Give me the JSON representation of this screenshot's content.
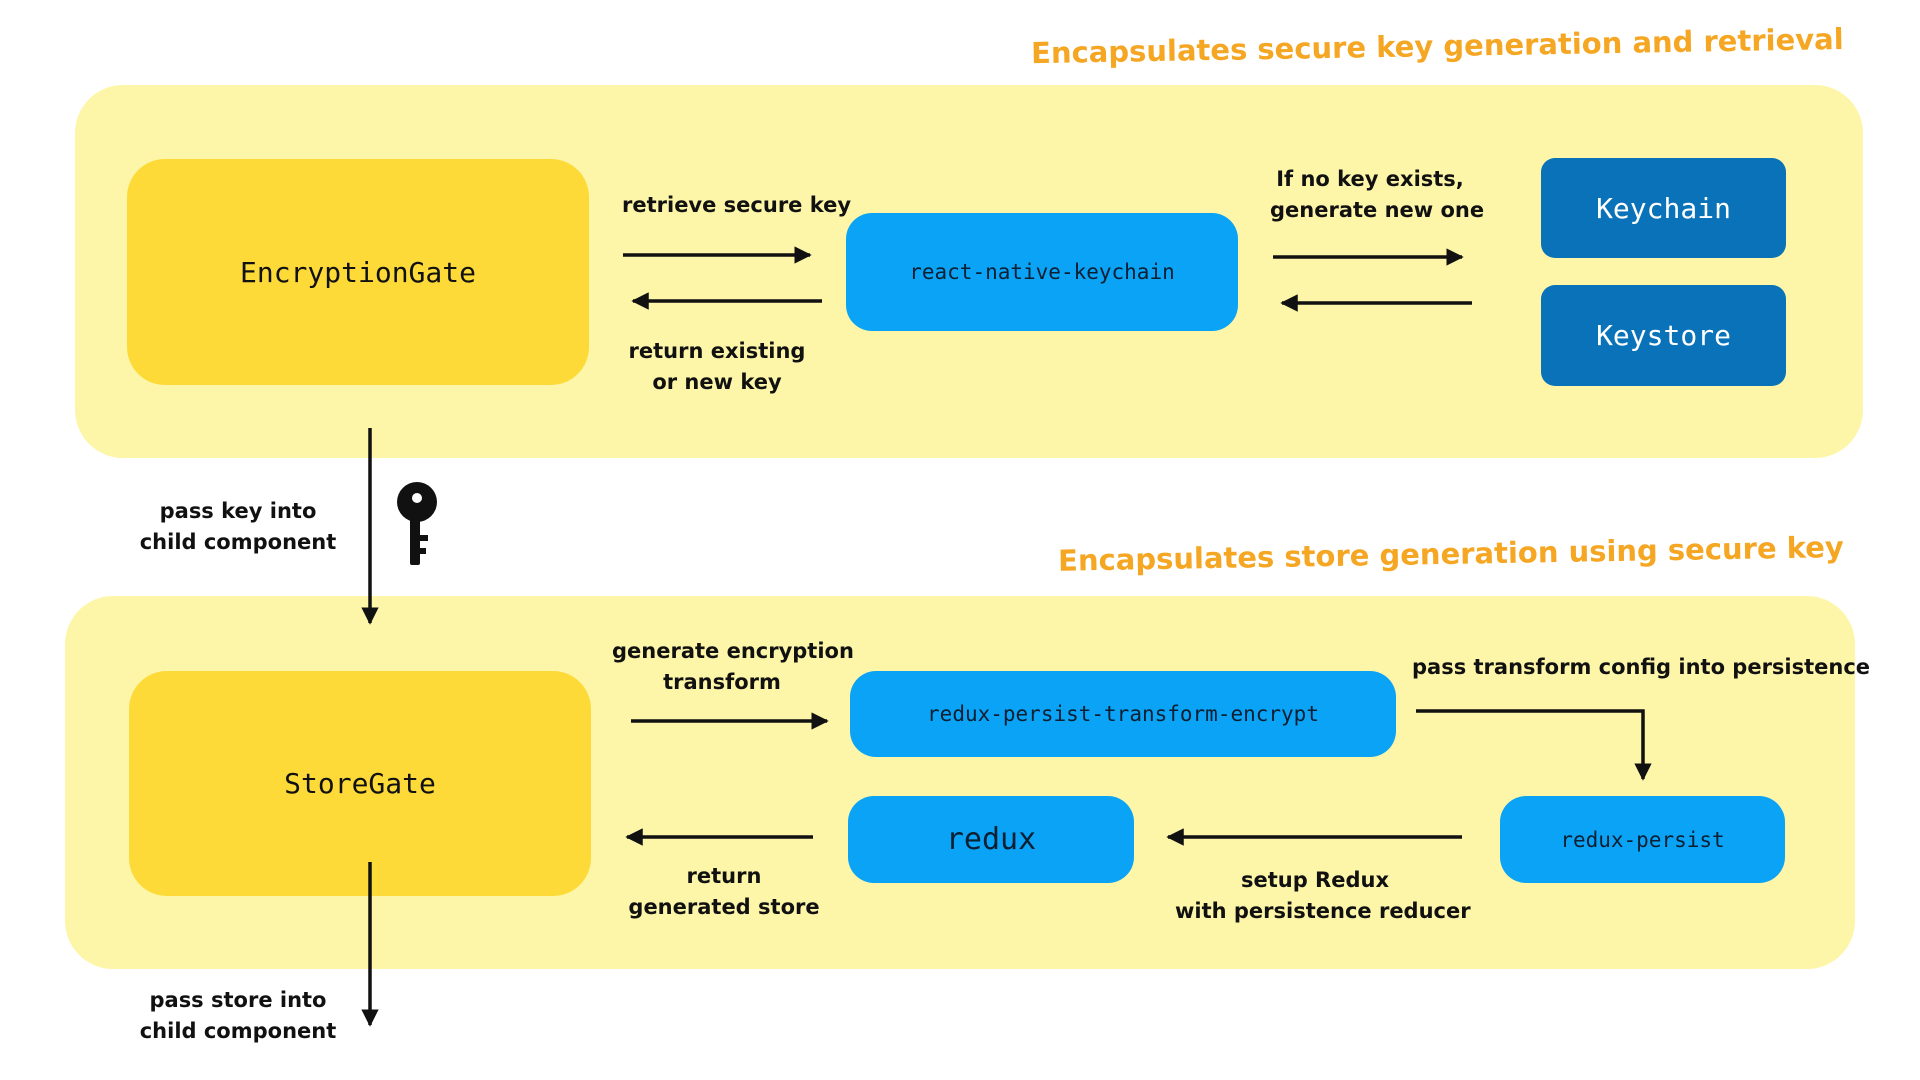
{
  "captions": {
    "top": "Encapsulates secure key generation and retrieval",
    "bottom": "Encapsulates store generation using secure key"
  },
  "nodes": {
    "encryption_gate": "EncryptionGate",
    "keychain_lib": "react-native-keychain",
    "keychain": "Keychain",
    "keystore": "Keystore",
    "store_gate": "StoreGate",
    "transform_encrypt": "redux-persist-transform-encrypt",
    "redux": "redux",
    "redux_persist": "redux-persist"
  },
  "labels": {
    "retrieve_key": "retrieve secure key",
    "return_key_1": "return existing",
    "return_key_2": "or new key",
    "no_key_1": "If no key exists,",
    "no_key_2": "generate new one",
    "pass_key_1": "pass key into",
    "pass_key_2": "child component",
    "gen_transform_1": "generate encryption",
    "gen_transform_2": "transform",
    "pass_transform": "pass transform config into persistence",
    "return_store_1": "return",
    "return_store_2": "generated store",
    "setup_redux_1": "setup Redux",
    "setup_redux_2": "with persistence reducer",
    "pass_store_1": "pass store into",
    "pass_store_2": "child component"
  },
  "icons": {
    "key": "key-icon"
  },
  "colors": {
    "panel": "#fdf6a9",
    "caption": "#f5a623",
    "gate": "#fdda37",
    "lib": "#0aa3f5",
    "native_store": "#0a72b8"
  }
}
